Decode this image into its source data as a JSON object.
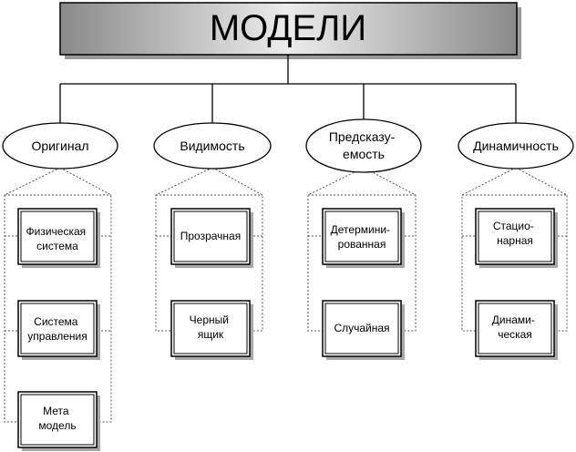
{
  "title": "МОДЕЛИ",
  "colors": {
    "title_fill_center": "#e8e8e8",
    "title_fill_edge": "#8a8a8a",
    "shadow": "#9a9a9a",
    "line": "#000000"
  },
  "categories": [
    {
      "label": [
        "Оригинал"
      ],
      "items": [
        [
          "Физическая",
          "система"
        ],
        [
          "Система",
          "управления"
        ],
        [
          "Мета",
          "модель"
        ]
      ]
    },
    {
      "label": [
        "Видимость"
      ],
      "items": [
        [
          "Прозрачная"
        ],
        [
          "Черный",
          "ящик"
        ]
      ]
    },
    {
      "label": [
        "Предсказу-",
        "емость"
      ],
      "items": [
        [
          "Детермини-",
          "рованная"
        ],
        [
          "Случайная"
        ]
      ]
    },
    {
      "label": [
        "Динамичность"
      ],
      "items": [
        [
          "Стацио-",
          "нарная"
        ],
        [
          "Динами-",
          "ческая"
        ]
      ]
    }
  ]
}
